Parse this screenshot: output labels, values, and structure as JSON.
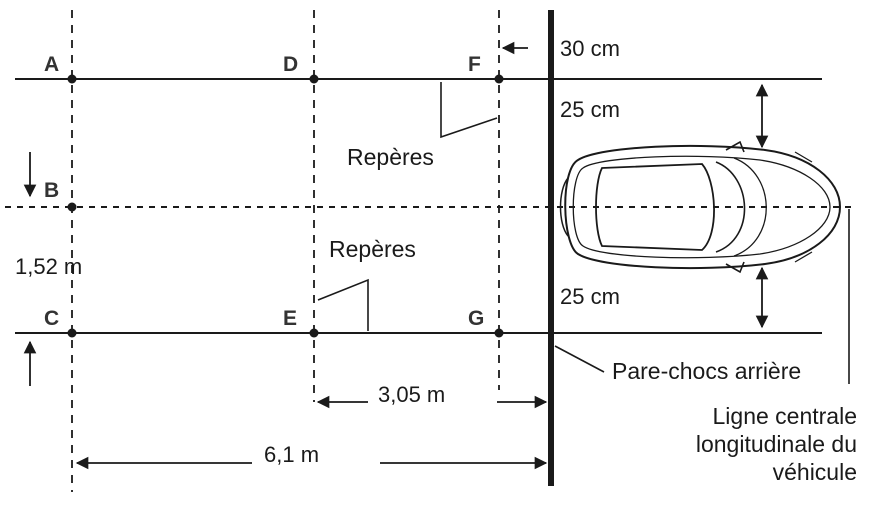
{
  "points": {
    "A": "A",
    "B": "B",
    "C": "C",
    "D": "D",
    "E": "E",
    "F": "F",
    "G": "G"
  },
  "dimensions": {
    "gap_top": "30 cm",
    "top_offset": "25 cm",
    "bottom_offset": "25 cm",
    "width": "1,52 m",
    "mid_distance": "3,05 m",
    "full_distance": "6,1 m"
  },
  "notes": {
    "markers_top": "Repères",
    "markers_bottom": "Repères",
    "bumper": "Pare-chocs arrière"
  },
  "caption": {
    "line1": "Ligne centrale",
    "line2": "longitudinale du",
    "line3": "véhicule"
  }
}
